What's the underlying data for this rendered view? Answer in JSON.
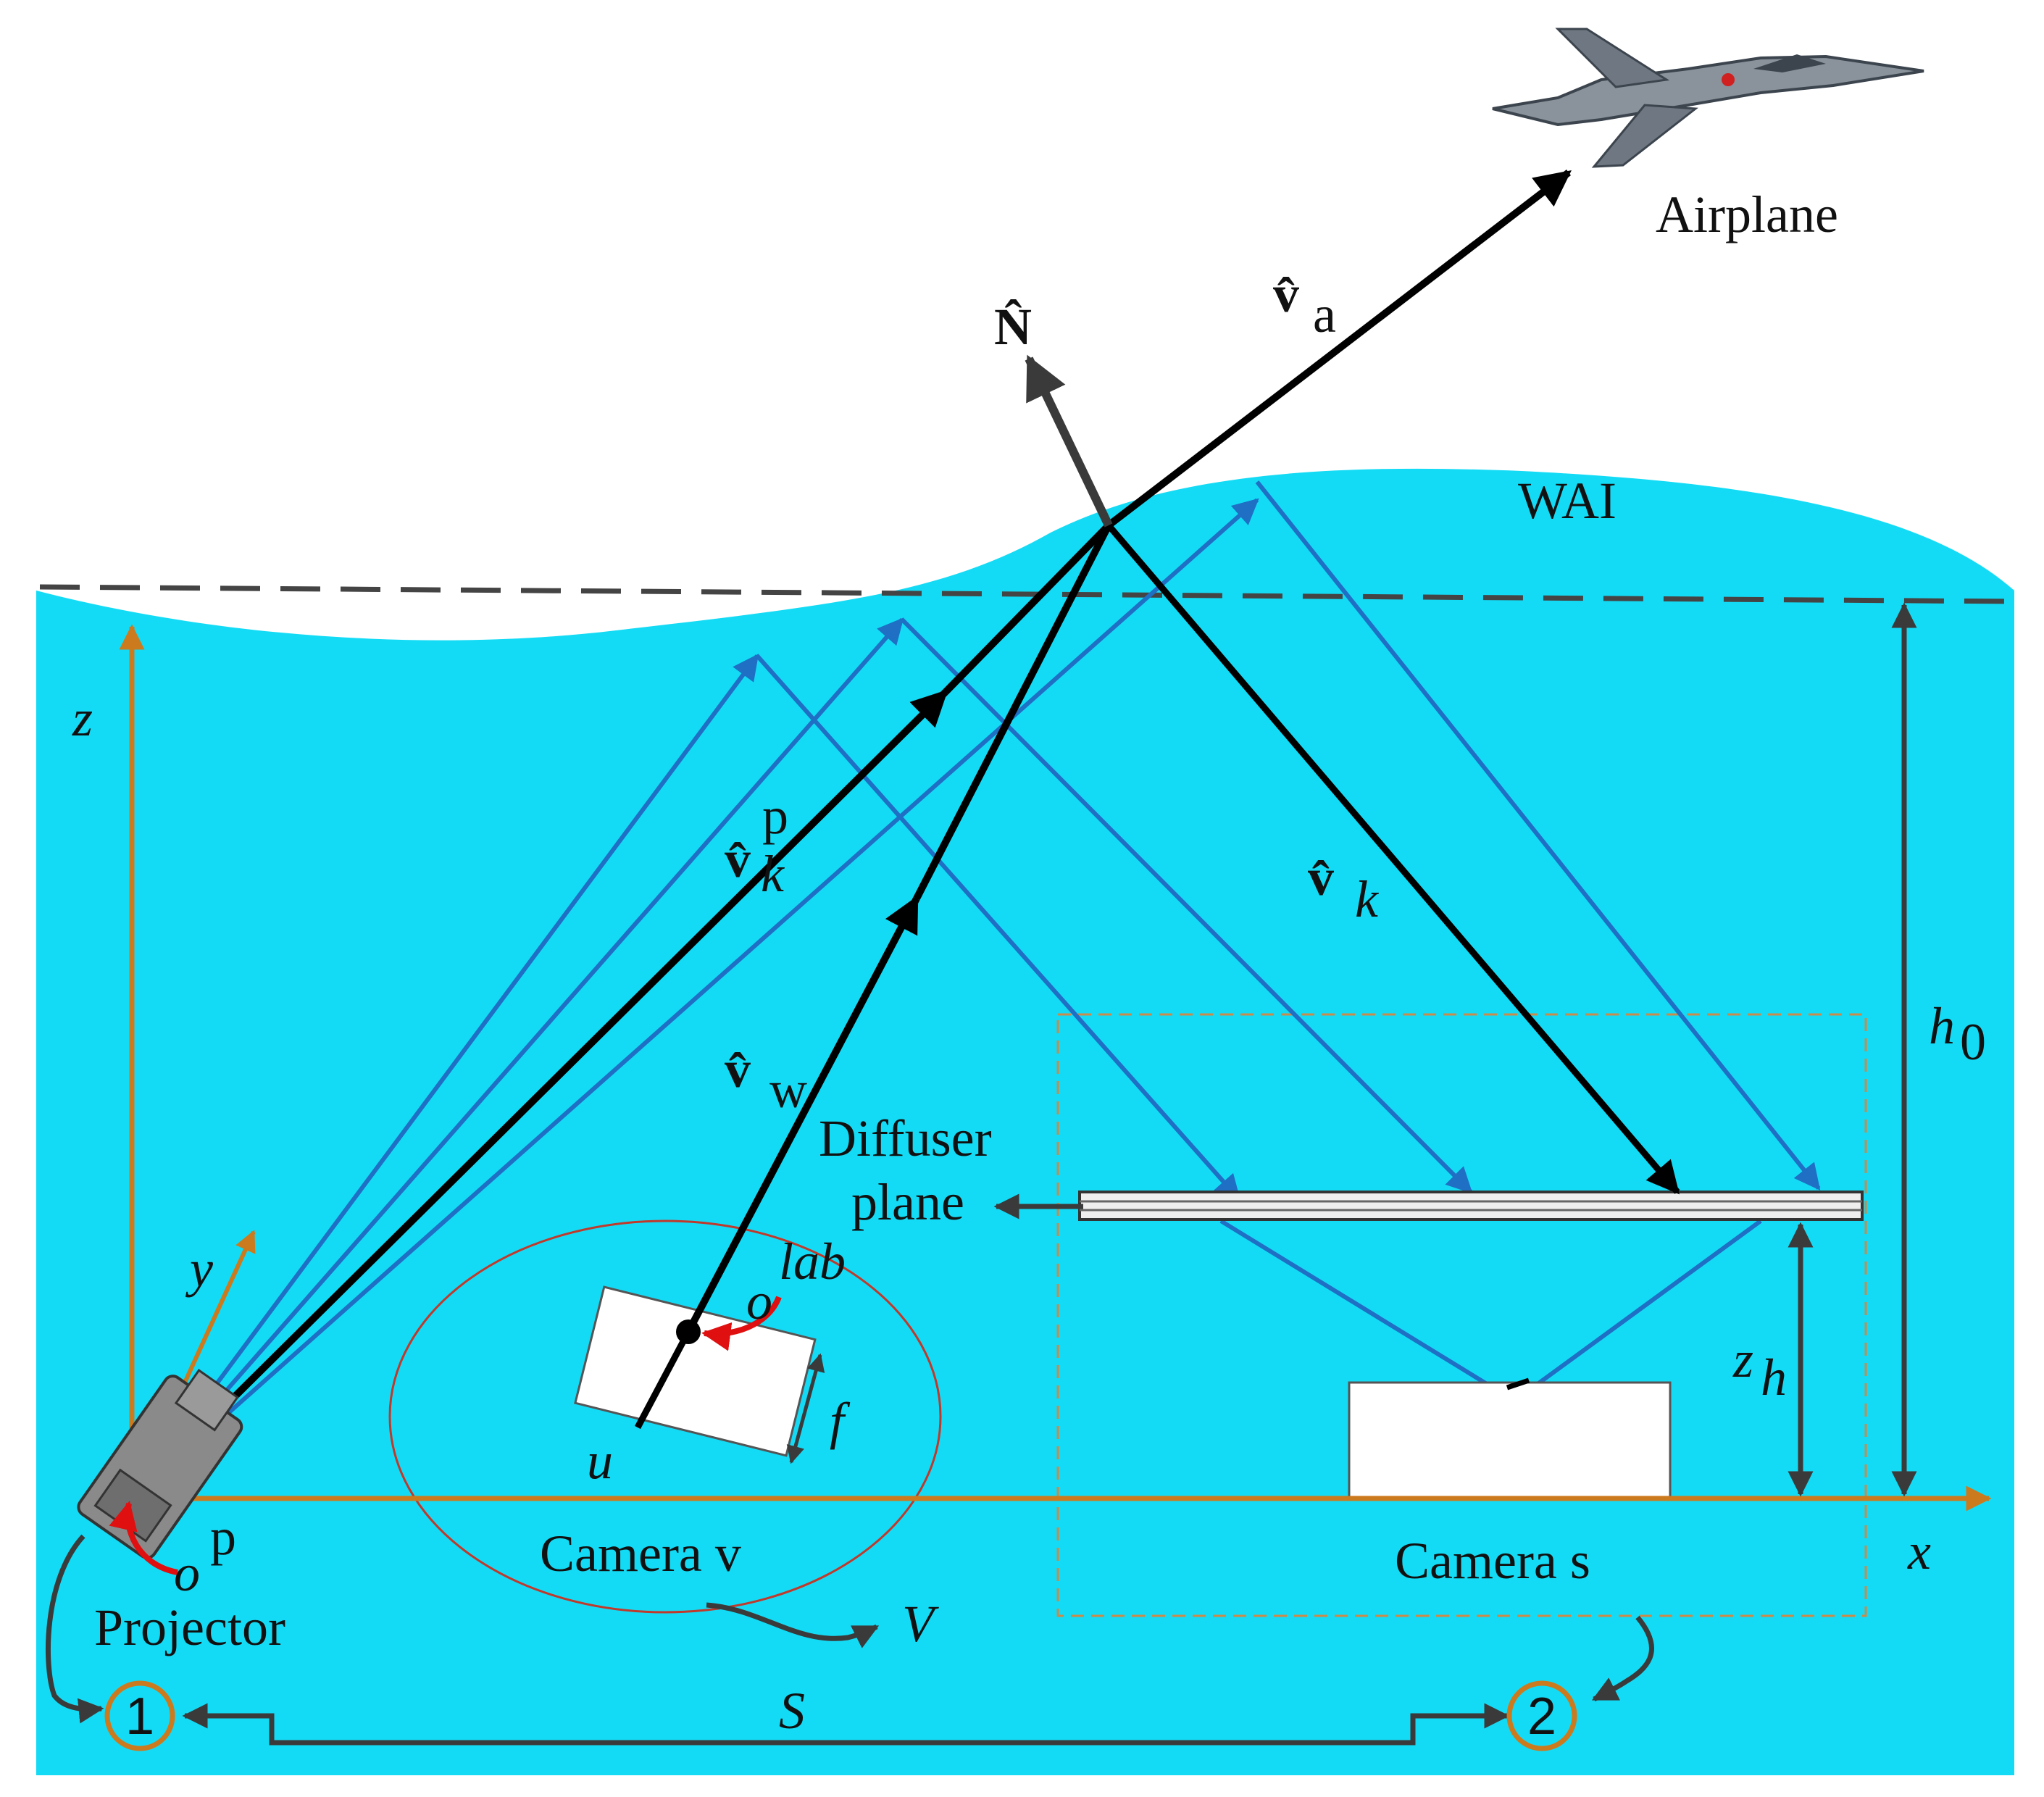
{
  "labels": {
    "airplane": "Airplane",
    "wai": "WAI",
    "n_hat": "N̂",
    "v_a": "v̂",
    "v_a_sub": "a",
    "v_kp": "v̂",
    "v_kp_sup": "p",
    "v_kp_sub": "k",
    "v_k": "v̂",
    "v_k_sub": "k",
    "v_w": "v̂",
    "v_w_sub": "w",
    "diffuser_line1": "Diffuser",
    "diffuser_line2": "plane",
    "o_lab": "o",
    "o_lab_sup": "lab",
    "f": "f",
    "u": "u",
    "camera_v": "Camera v",
    "camera_s": "Camera s",
    "v_big": "V",
    "o_p": "o",
    "o_p_sup": "p",
    "projector": "Projector",
    "z_axis": "z",
    "y_axis": "y",
    "x_axis": "x",
    "z_h": "z",
    "z_h_sub": "h",
    "h_0": "h",
    "h_0_sub": "0",
    "s": "S",
    "node_1": "1",
    "node_2": "2"
  },
  "colors": {
    "water": "#14dbf5",
    "ray_blue": "#1f6fc4",
    "axis_orange": "#cc7a1e",
    "arrow_dark": "#3a3a3a",
    "ellipse_red": "#c0392b",
    "origin_red": "#e01010"
  },
  "icons": {
    "airplane": "fighter-jet-icon",
    "projector": "projector-icon",
    "camera_v": "camera-v-sensor-icon",
    "camera_s": "camera-s-sensor-icon"
  }
}
